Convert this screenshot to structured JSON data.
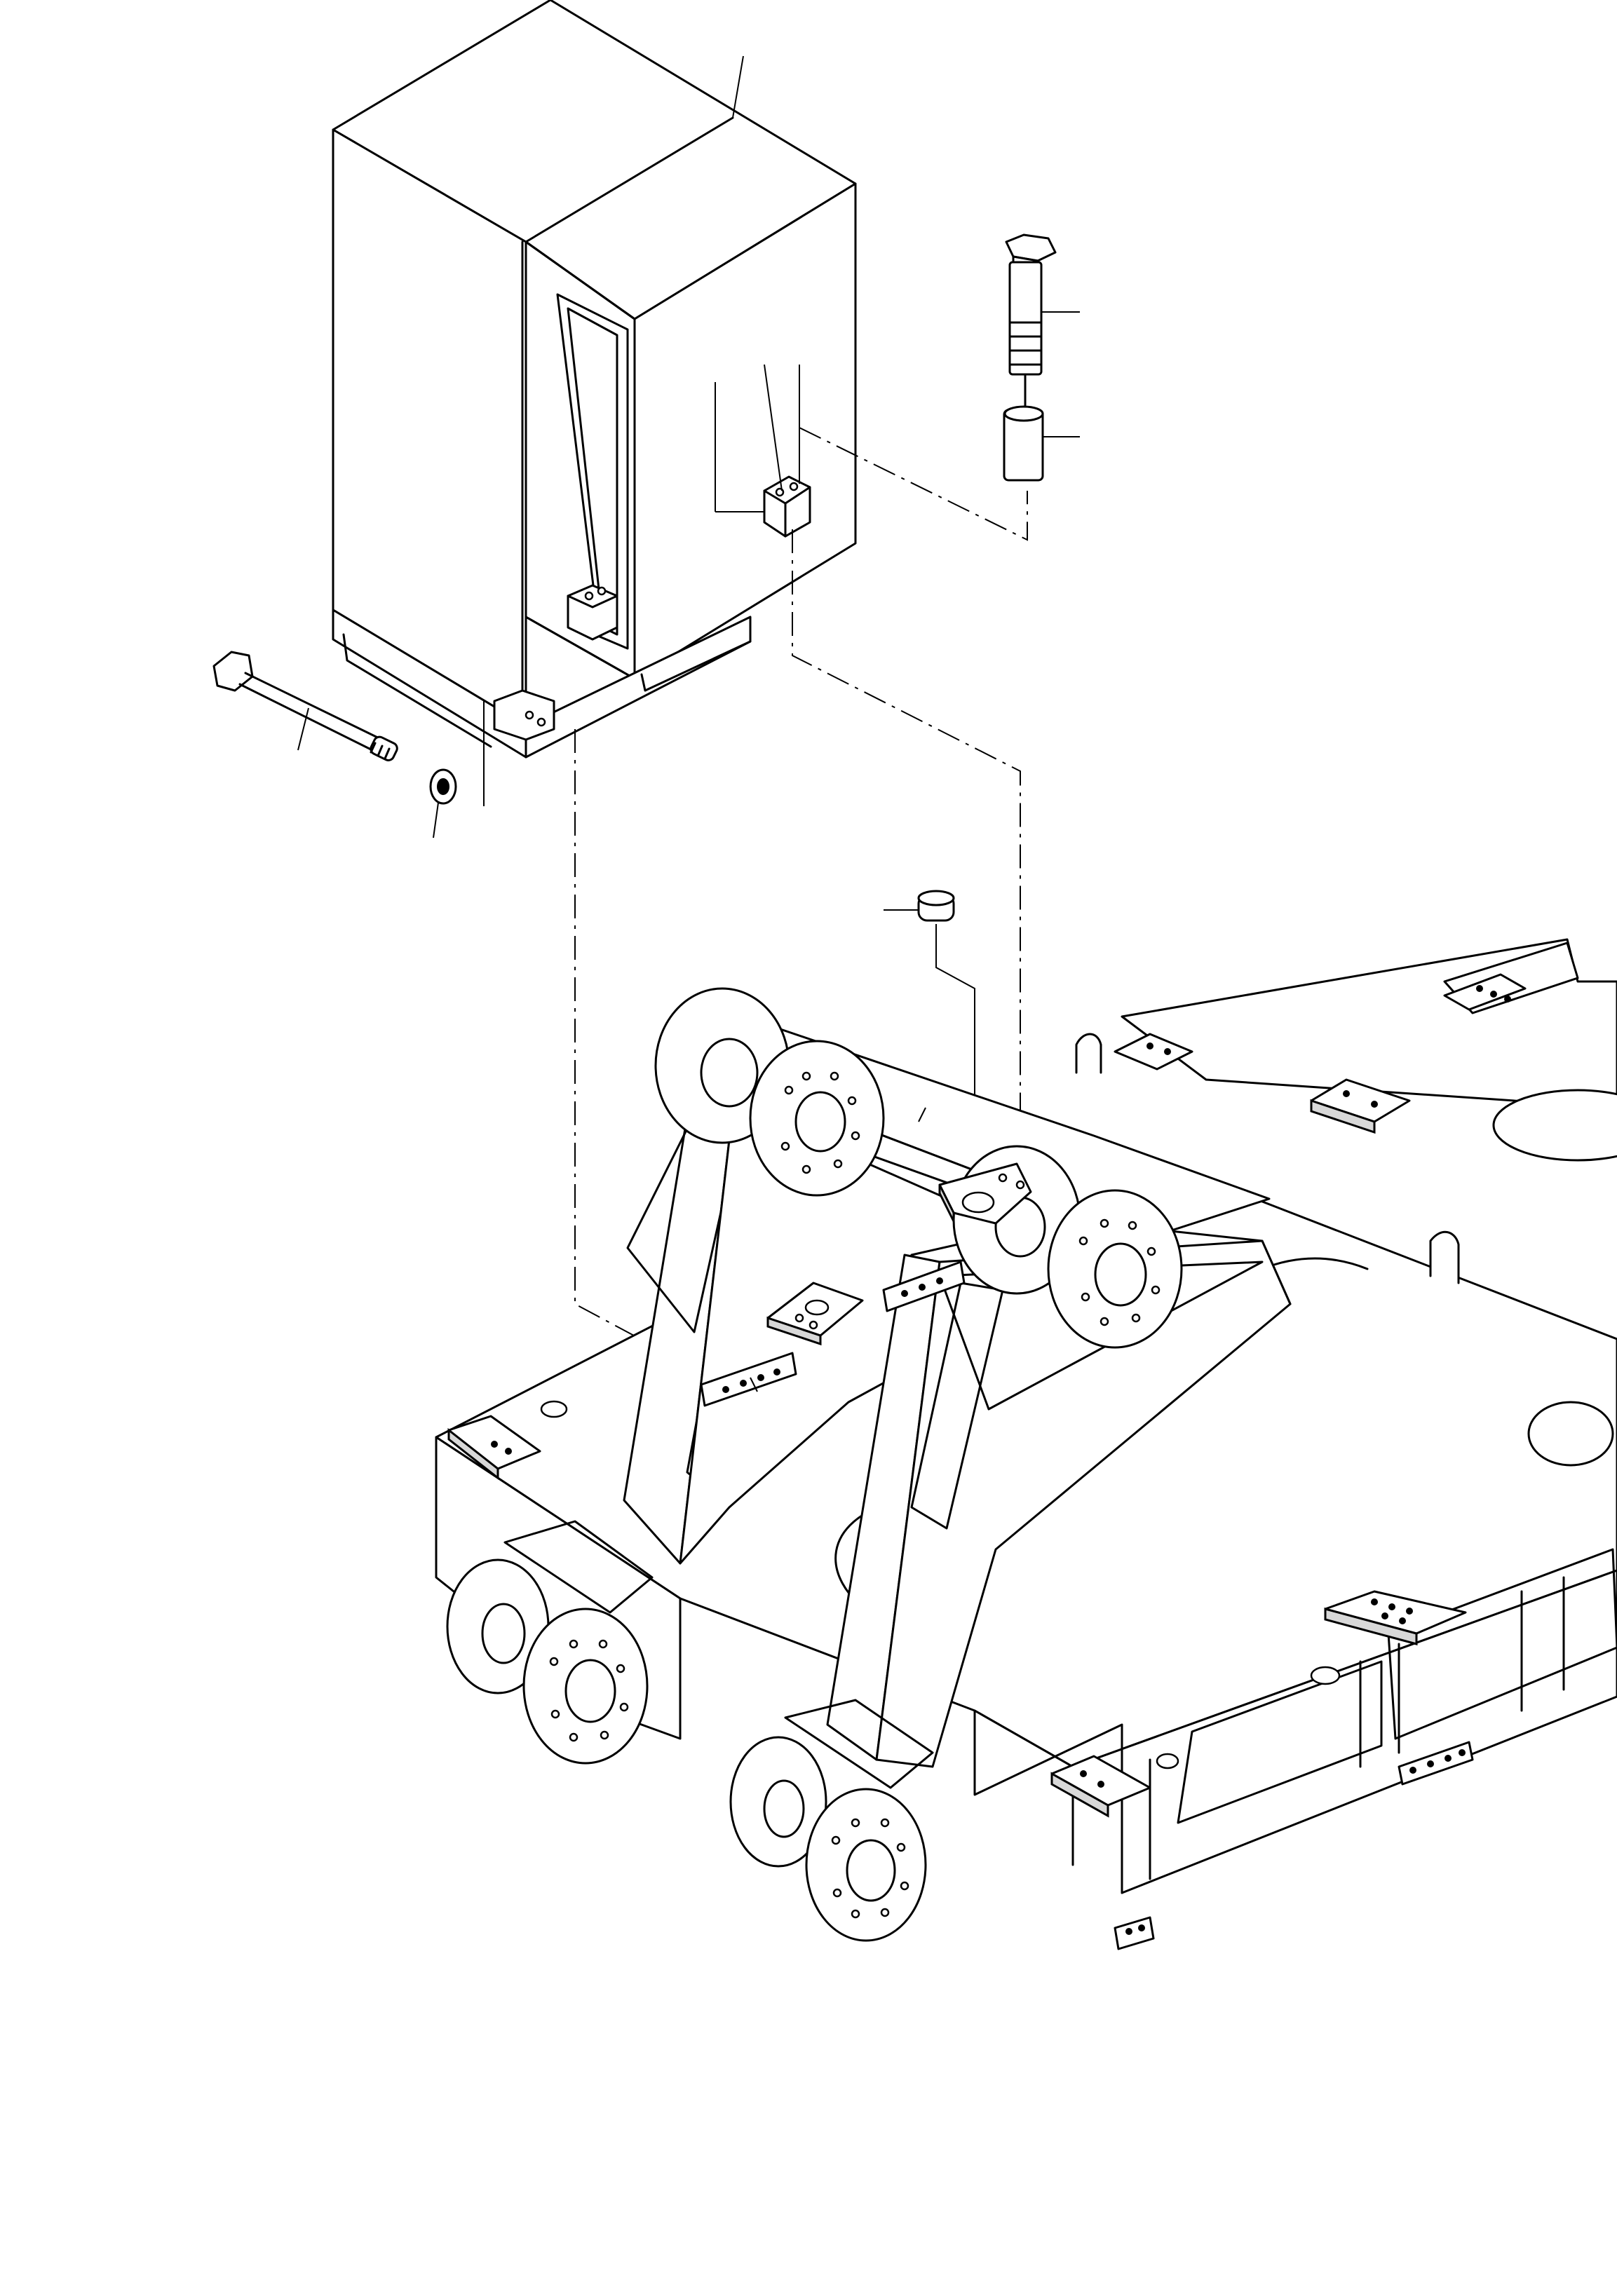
{
  "drawing": {
    "style": "black-and-white isometric exploded parts illustration",
    "components": [
      "cabinet",
      "cabinet-mounting-block",
      "hex-bolt",
      "spacer-sleeve",
      "long-rod-bolt",
      "washer",
      "cap-plug",
      "main-frame",
      "bracket-arm",
      "pin-boss",
      "mounting-plate",
      "pad-plate"
    ],
    "colors": {
      "ink": "#000000",
      "paper": "#ffffff"
    }
  }
}
